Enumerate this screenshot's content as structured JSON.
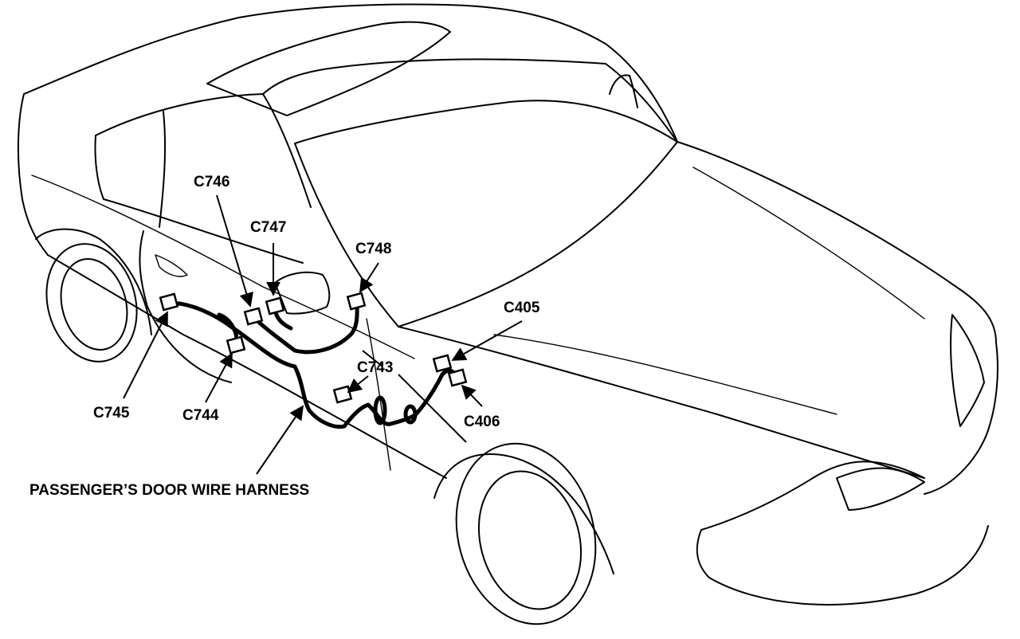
{
  "labels": {
    "c746": "C746",
    "c747": "C747",
    "c748": "C748",
    "c405": "C405",
    "c743": "C743",
    "c406": "C406",
    "c745": "C745",
    "c744": "C744",
    "harness": "PASSENGER’S DOOR WIRE HARNESS"
  }
}
